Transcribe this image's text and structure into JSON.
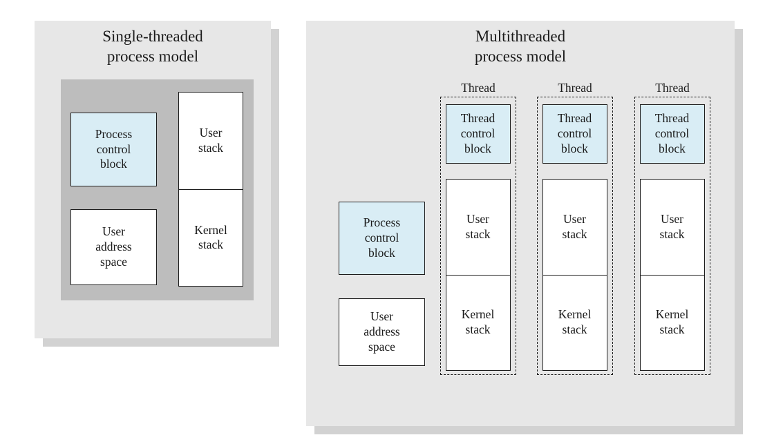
{
  "figure": {
    "left_panel": {
      "title": "Single-threaded\nprocess model",
      "process_control_block": "Process\ncontrol\nblock",
      "user_address_space": "User\naddress\nspace",
      "user_stack": "User\nstack",
      "kernel_stack": "Kernel\nstack"
    },
    "right_panel": {
      "title": "Multithreaded\nprocess model",
      "process_control_block": "Process\ncontrol\nblock",
      "user_address_space": "User\naddress\nspace",
      "threads": [
        {
          "label": "Thread",
          "thread_control_block": "Thread\ncontrol\nblock",
          "user_stack": "User\nstack",
          "kernel_stack": "Kernel\nstack"
        },
        {
          "label": "Thread",
          "thread_control_block": "Thread\ncontrol\nblock",
          "user_stack": "User\nstack",
          "kernel_stack": "Kernel\nstack"
        },
        {
          "label": "Thread",
          "thread_control_block": "Thread\ncontrol\nblock",
          "user_stack": "User\nstack",
          "kernel_stack": "Kernel\nstack"
        }
      ]
    }
  },
  "colors": {
    "panel_bg": "#e7e7e7",
    "panel_shadow": "#d2d2d2",
    "inner_area_bg": "#bdbdbd",
    "control_block_fill": "#d9edf5",
    "box_fill": "#ffffff",
    "line": "#1c1c1c"
  }
}
